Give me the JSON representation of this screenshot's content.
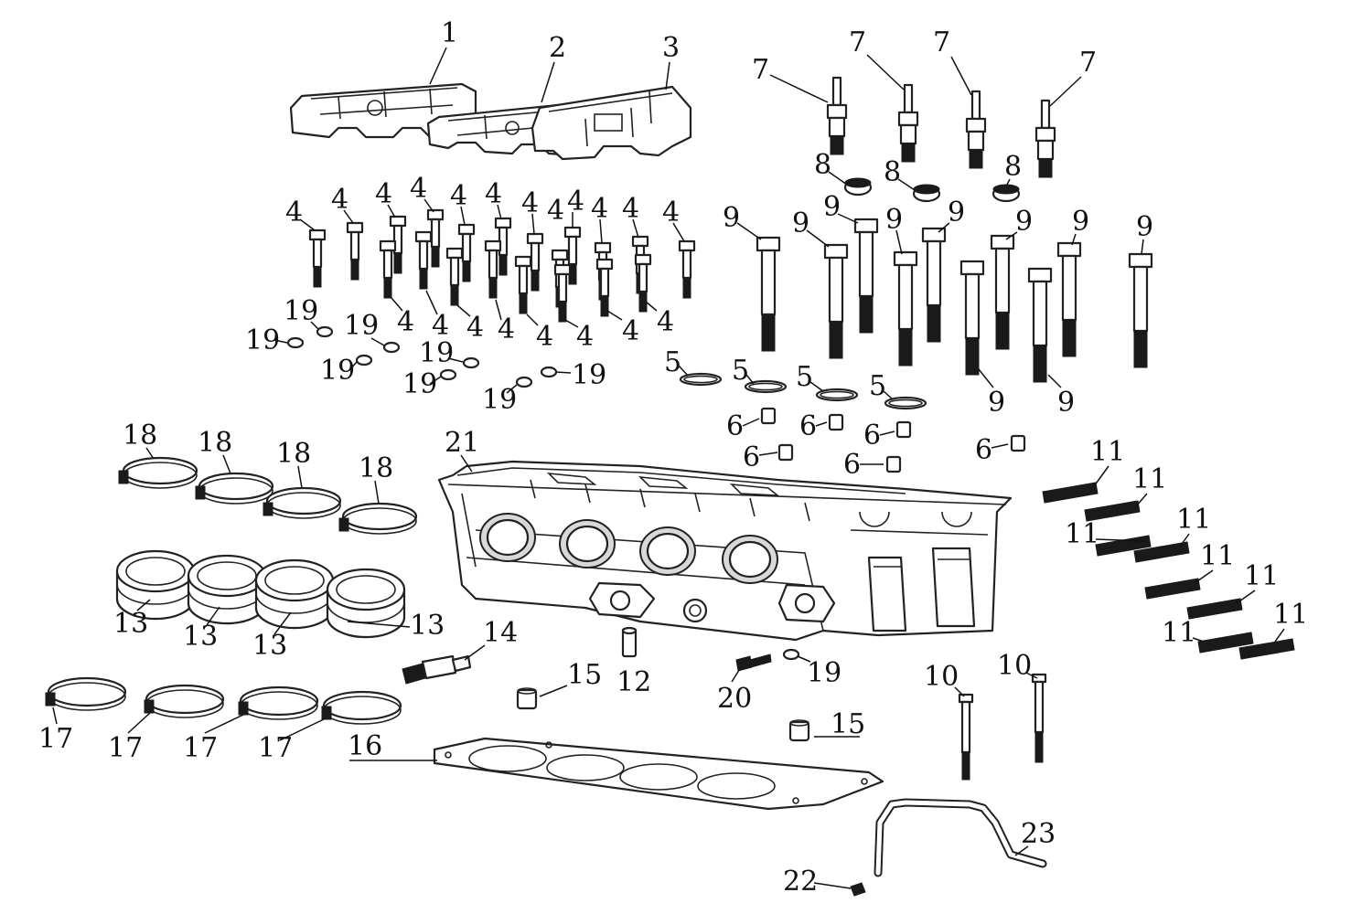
{
  "diagram": {
    "callouts": {
      "p1": "1",
      "p2": "2",
      "p3": "3",
      "p4": "4",
      "p5": "5",
      "p6": "6",
      "p7": "7",
      "p8": "8",
      "p9": "9",
      "p10": "10",
      "p11": "11",
      "p12": "12",
      "p13": "13",
      "p14": "14",
      "p15": "15",
      "p16": "16",
      "p17": "17",
      "p18": "18",
      "p19": "19",
      "p20": "20",
      "p21": "21",
      "p22": "22",
      "p23": "23"
    }
  }
}
